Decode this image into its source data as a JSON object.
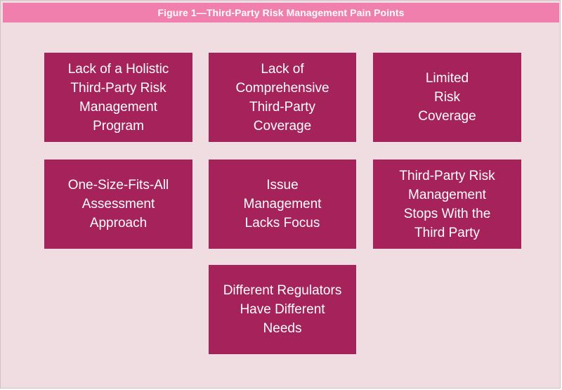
{
  "figure": {
    "title": "Figure 1—Third-Party Risk Management Pain Points"
  },
  "pain_points": [
    "Lack of a Holistic\nThird-Party Risk\nManagement\nProgram",
    "Lack of\nComprehensive\nThird-Party\nCoverage",
    "Limited\nRisk\nCoverage",
    "One-Size-Fits-All\nAssessment\nApproach",
    "Issue\nManagement\nLacks Focus",
    "Third-Party Risk\nManagement\nStops With the\nThird Party",
    "Different Regulators\nHave Different\nNeeds"
  ],
  "colors": {
    "header_background": "#f07fad",
    "panel_background": "#f0dde1",
    "tile_background": "#a5225a",
    "tile_text": "#ffffff"
  }
}
